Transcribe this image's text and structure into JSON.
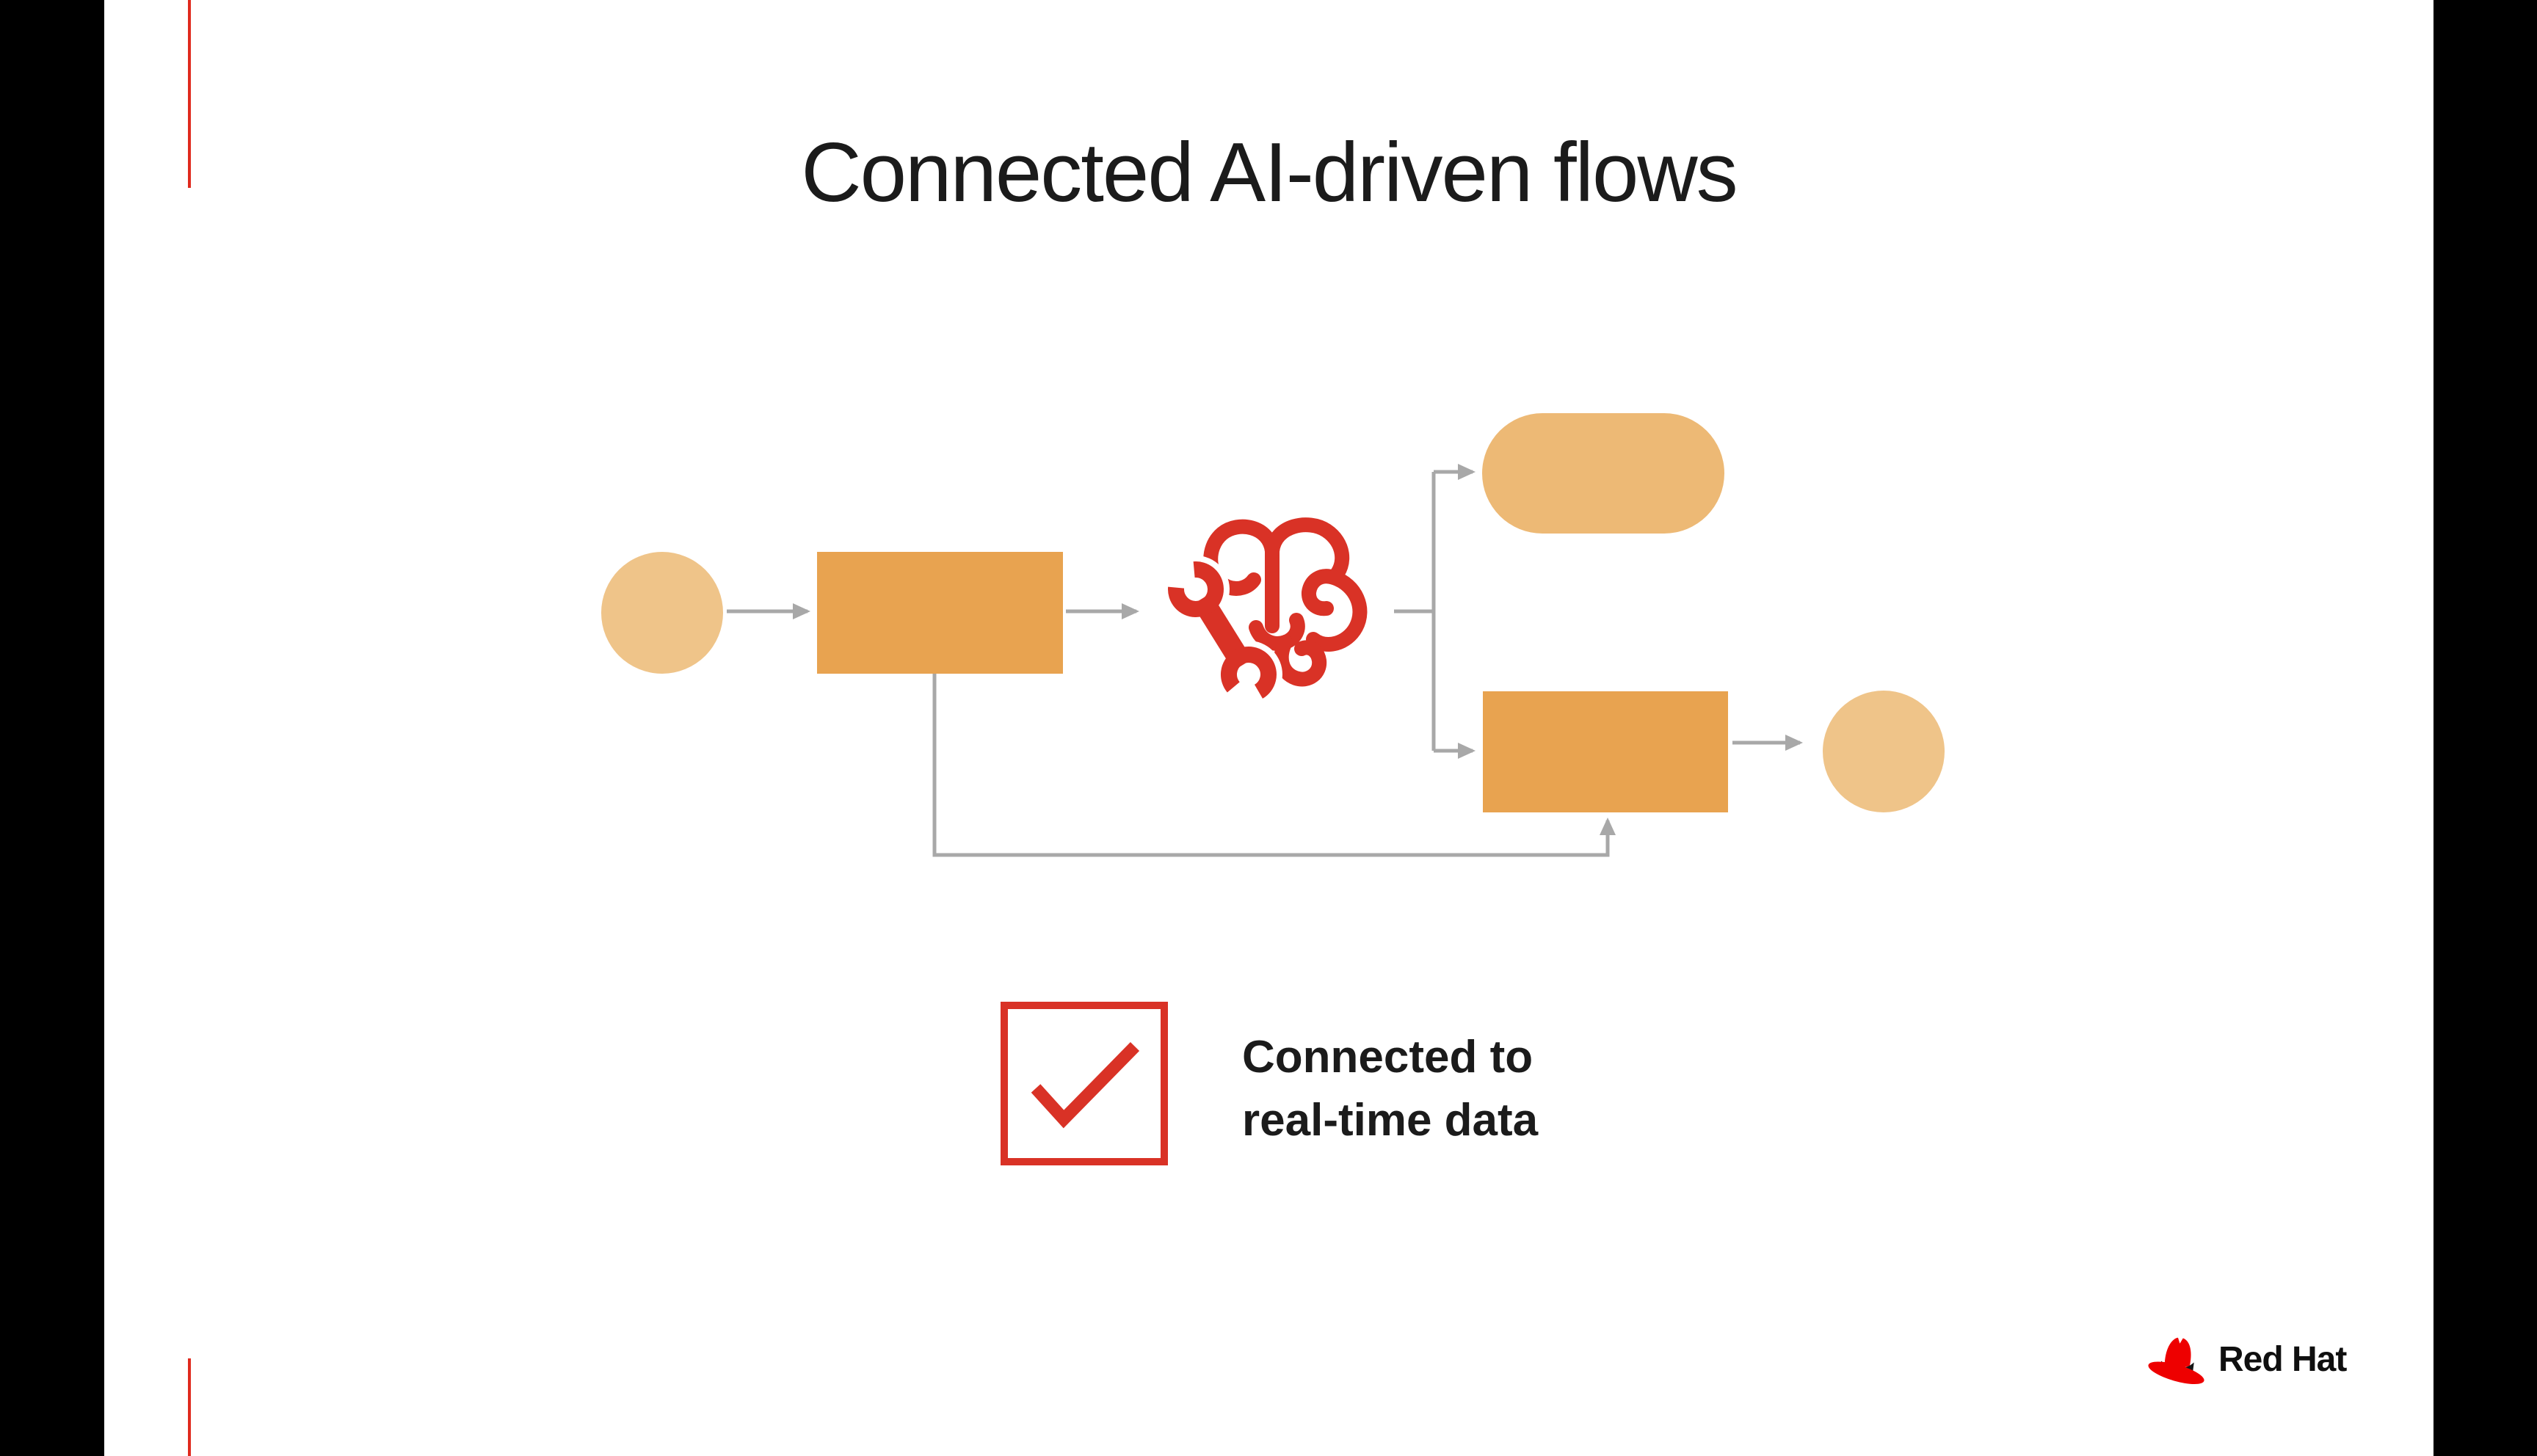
{
  "colors": {
    "c_bar": "#000000",
    "c_bg": "#FFFFFF",
    "c_accent": "#E02A1E",
    "c_red": "#D93226",
    "c_hat": "#EE0000",
    "c_text": "#1B1B1B",
    "c_gray": "#A8A8A8",
    "c_orange": "#E8A350",
    "c_pill": "#EDB975",
    "c_circle": "#EFC489",
    "c_logo_text": "#0F0F0F"
  },
  "slide": {
    "title": "Connected AI-driven flows",
    "caption": {
      "line1": "Connected to",
      "line2": "real-time data"
    },
    "logo": {
      "text": "Red Hat"
    }
  },
  "diagram": {
    "icons": [
      "brain-icon",
      "wrench-icon",
      "checkbox-checked-icon",
      "fedora-hat-icon"
    ],
    "shapes": [
      "input-circle",
      "process-rectangle",
      "output-pill",
      "process-rectangle-2",
      "output-circle"
    ]
  }
}
